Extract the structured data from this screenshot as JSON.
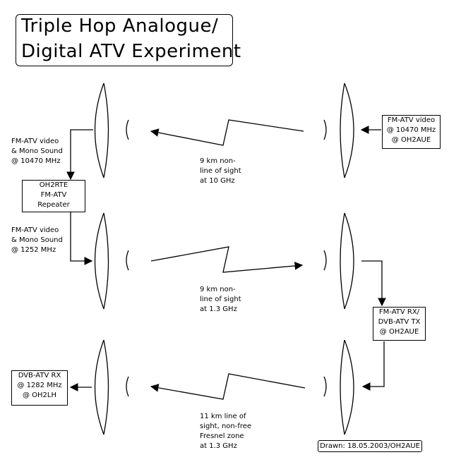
{
  "title": {
    "line1": "Triple Hop Analogue/",
    "line2": "Digital ATV Experiment"
  },
  "hop1": {
    "tx_label": "FM-ATV video\n@ 10470 MHz\n@ OH2AUE",
    "rx_label": "FM-ATV video\n& Mono Sound\n@ 10470 MHz",
    "path_label": "9 km non-\nline of sight\nat 10 GHz"
  },
  "repeater": {
    "label": "OH2RTE\nFM-ATV\nRepeater"
  },
  "hop2": {
    "tx_label": "FM-ATV video\n& Mono Sound\n@ 1252 MHz",
    "path_label": "9 km non-\nline of sight\nat 1.3 GHz"
  },
  "converter": {
    "label": "FM-ATV RX/\nDVB-ATV TX\n@ OH2AUE"
  },
  "hop3": {
    "rx_label": "DVB-ATV RX\n@ 1282 MHz\n@ OH2LH",
    "path_label": "11 km line of\nsight, non-free\nFresnel zone\nat 1.3 GHz"
  },
  "credit": "Drawn: 18.05.2003/OH2AUE"
}
